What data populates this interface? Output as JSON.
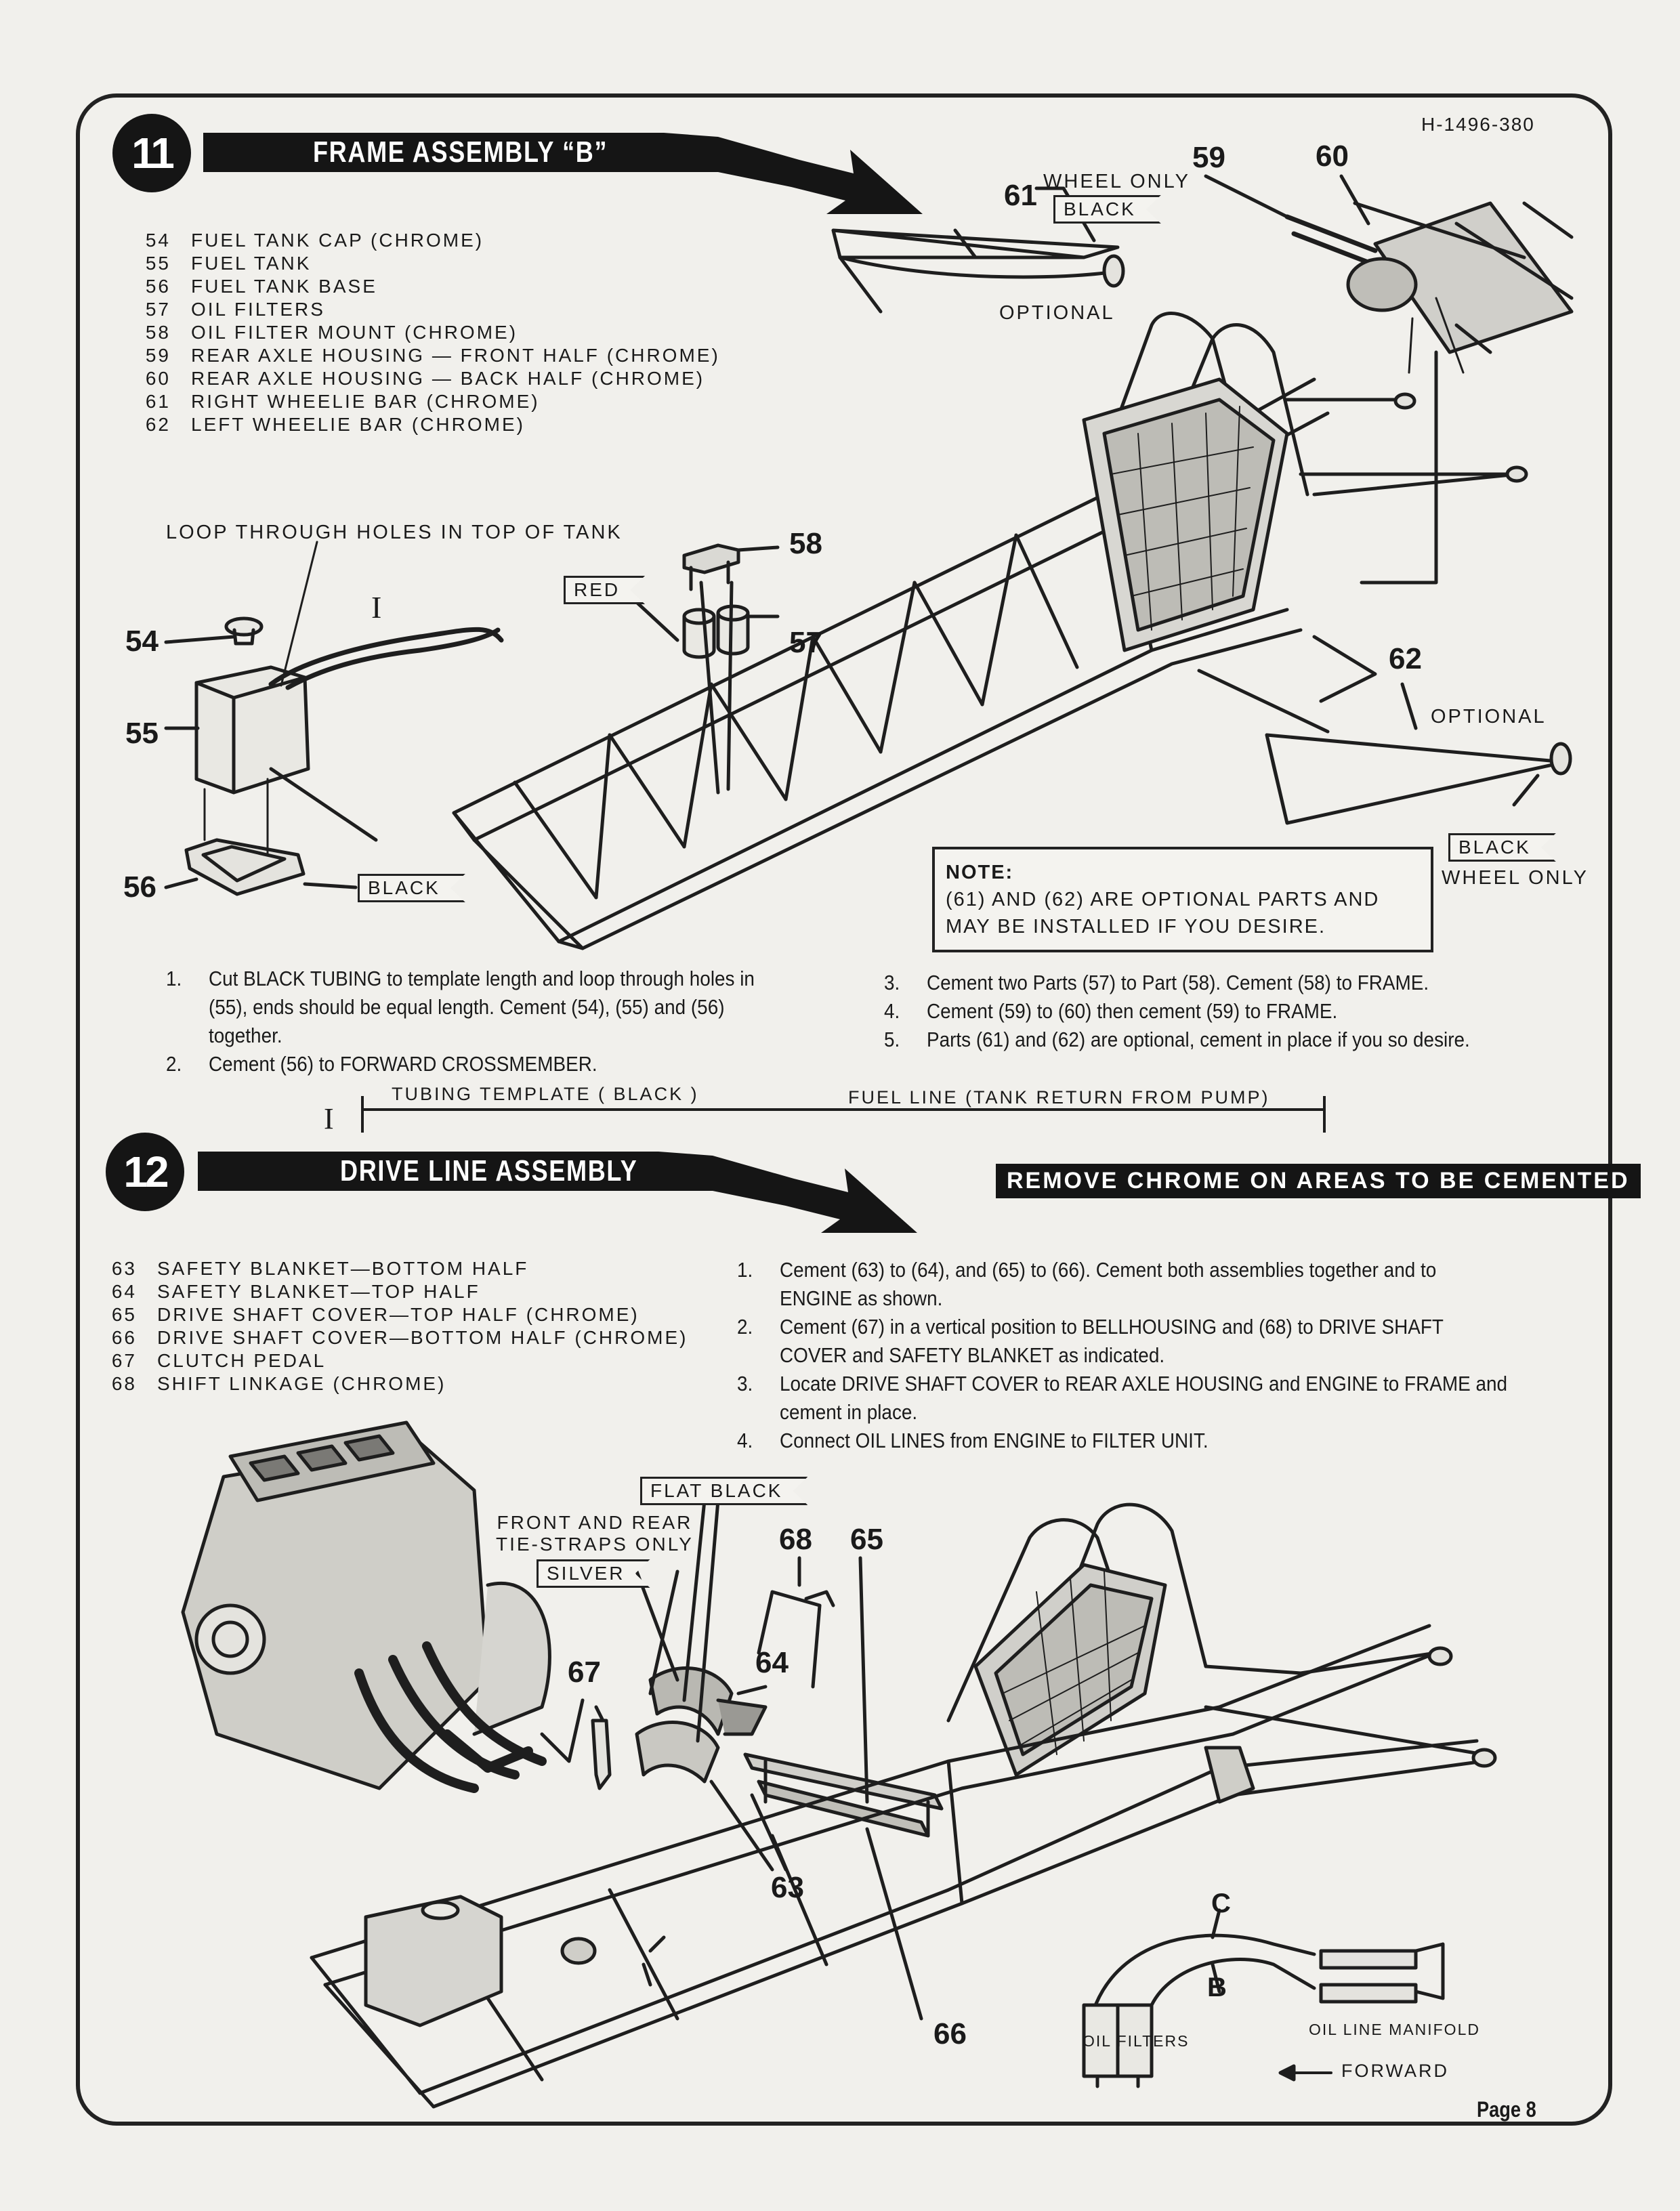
{
  "document_id": "H-1496-380",
  "page_label": "Page 8",
  "step11": {
    "number": "11",
    "title": "FRAME ASSEMBLY “B”",
    "parts": [
      {
        "num": "54",
        "name": "FUEL TANK CAP (CHROME)"
      },
      {
        "num": "55",
        "name": "FUEL TANK"
      },
      {
        "num": "56",
        "name": "FUEL TANK BASE"
      },
      {
        "num": "57",
        "name": "OIL FILTERS"
      },
      {
        "num": "58",
        "name": "OIL FILTER MOUNT (CHROME)"
      },
      {
        "num": "59",
        "name": "REAR AXLE HOUSING — FRONT HALF (CHROME)"
      },
      {
        "num": "60",
        "name": "REAR AXLE HOUSING — BACK HALF (CHROME)"
      },
      {
        "num": "61",
        "name": "RIGHT WHEELIE BAR (CHROME)"
      },
      {
        "num": "62",
        "name": "LEFT WHEELIE BAR (CHROME)"
      }
    ],
    "labels": {
      "loop_through": "LOOP THROUGH HOLES IN TOP OF TANK",
      "tubing_marker": "I",
      "wheel_only_top": "WHEEL ONLY",
      "optional_top": "OPTIONAL",
      "optional_right": "OPTIONAL",
      "wheel_only_right": "WHEEL ONLY"
    },
    "tags": {
      "black_top": "BLACK",
      "red": "RED",
      "black_tank": "BLACK",
      "black_right": "BLACK"
    },
    "callouts": {
      "c54": "54",
      "c55": "55",
      "c56": "56",
      "c57": "57",
      "c58": "58",
      "c59": "59",
      "c60": "60",
      "c61": "61",
      "c62": "62"
    },
    "note": {
      "heading": "NOTE:",
      "line1": "(61) AND (62) ARE OPTIONAL PARTS AND",
      "line2": "MAY BE INSTALLED IF YOU DESIRE."
    },
    "instructions_left": [
      {
        "n": "1.",
        "text": "Cut BLACK TUBING to template length and loop through holes in (55), ends should be equal length. Cement (54), (55) and (56) together."
      },
      {
        "n": "2.",
        "text": "Cement (56) to FORWARD CROSSMEMBER."
      }
    ],
    "instructions_right": [
      {
        "n": "3.",
        "text": "Cement two Parts (57) to Part (58). Cement (58) to FRAME."
      },
      {
        "n": "4.",
        "text": "Cement (59) to (60) then cement (59) to FRAME."
      },
      {
        "n": "5.",
        "text": "Parts (61) and (62) are optional, cement in place if you so desire."
      }
    ],
    "template": {
      "marker": "I",
      "left_label": "TUBING TEMPLATE ( BLACK )",
      "right_label": "FUEL LINE (TANK RETURN FROM PUMP)"
    }
  },
  "step12": {
    "number": "12",
    "title": "DRIVE LINE ASSEMBLY",
    "remove_chrome": "REMOVE CHROME ON AREAS TO BE CEMENTED",
    "parts": [
      {
        "num": "63",
        "name": "SAFETY BLANKET—BOTTOM HALF"
      },
      {
        "num": "64",
        "name": "SAFETY BLANKET—TOP HALF"
      },
      {
        "num": "65",
        "name": "DRIVE SHAFT COVER—TOP HALF (CHROME)"
      },
      {
        "num": "66",
        "name": "DRIVE SHAFT COVER—BOTTOM HALF (CHROME)"
      },
      {
        "num": "67",
        "name": "CLUTCH PEDAL"
      },
      {
        "num": "68",
        "name": "SHIFT LINKAGE (CHROME)"
      }
    ],
    "instructions": [
      {
        "n": "1.",
        "text": "Cement (63) to (64), and (65) to (66). Cement both assemblies together and to ENGINE as shown."
      },
      {
        "n": "2.",
        "text": "Cement (67) in a vertical position to BELLHOUSING and (68) to DRIVE SHAFT COVER and SAFETY BLANKET as indicated."
      },
      {
        "n": "3.",
        "text": "Locate DRIVE SHAFT COVER to REAR AXLE HOUSING and ENGINE to FRAME and cement in place."
      },
      {
        "n": "4.",
        "text": "Connect OIL LINES from ENGINE to FILTER UNIT."
      }
    ],
    "tags": {
      "flat_black": "FLAT BLACK",
      "silver": "SILVER"
    },
    "labels": {
      "tie_straps_1": "FRONT AND REAR",
      "tie_straps_2": "TIE-STRAPS ONLY",
      "oil_filters": "OIL FILTERS",
      "oil_line_manifold": "OIL LINE MANIFOLD",
      "forward": "FORWARD",
      "line_c": "C",
      "line_b": "B"
    },
    "callouts": {
      "c63": "63",
      "c64": "64",
      "c65": "65",
      "c66": "66",
      "c67": "67",
      "c68": "68"
    }
  }
}
